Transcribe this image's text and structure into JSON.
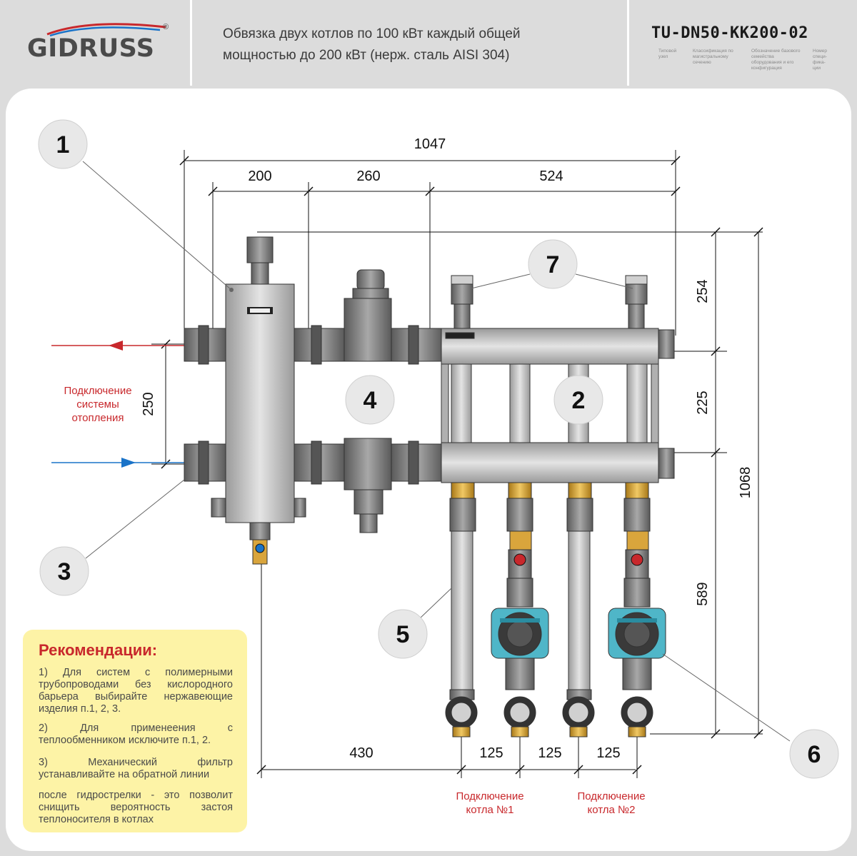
{
  "header": {
    "brand": "GIDRUSS",
    "title_line1": "Обвязка двух котлов по 100 кВт каждый общей",
    "title_line2": "мощностью до 200 кВт (нерж. сталь AISI 304)",
    "code": "TU-DN50-KK200-02",
    "code_parts": [
      "Типовой узел",
      "Классификация по магистральному сечению",
      "Обозначение базового семейства оборудования и его конфигурация",
      "Номер специ-фика-ции"
    ]
  },
  "dimensions": {
    "total_width": "1047",
    "seg1": "200",
    "seg2": "260",
    "seg3": "524",
    "right_top": "254",
    "right_mid": "225",
    "right_low": "589",
    "total_height": "1068",
    "left_height": "250",
    "bottom_left": "430",
    "bottom_a": "125",
    "bottom_b": "125",
    "bottom_c": "125"
  },
  "callouts": [
    "1",
    "2",
    "3",
    "4",
    "5",
    "6",
    "7"
  ],
  "labels": {
    "heating_line1": "Подключение",
    "heating_line2": "системы",
    "heating_line3": "отопления",
    "boiler1_line1": "Подключение",
    "boiler1_line2": "котла №1",
    "boiler2_line1": "Подключение",
    "boiler2_line2": "котла №2"
  },
  "recommendations": {
    "title": "Рекомендации:",
    "items": [
      "1) Для систем с полимерными трубопроводами без кислородного барьера выбирайте нержавеющие изделия п.1, 2, 3.",
      "2) Для применеения с теплообменником исключите п.1, 2.",
      "3) Механический фильтр устанавливайте на обратной линии",
      "после гидрострелки - это позволит снищить вероятность застоя теплоносителя в котлах"
    ]
  },
  "colors": {
    "supply_arrow": "#c8282c",
    "return_arrow": "#1a73c8",
    "pump_body": "#4fb6c8",
    "brass": "#d9a53c",
    "steel": "#c8c8c8",
    "fitting": "#7a7a7a",
    "recommendation_bg": "#fdf3a6"
  },
  "icons": [
    "logo-swoosh-icon",
    "arrow-left-icon",
    "arrow-right-icon",
    "pump-icon",
    "ball-valve-icon",
    "air-vent-icon"
  ]
}
